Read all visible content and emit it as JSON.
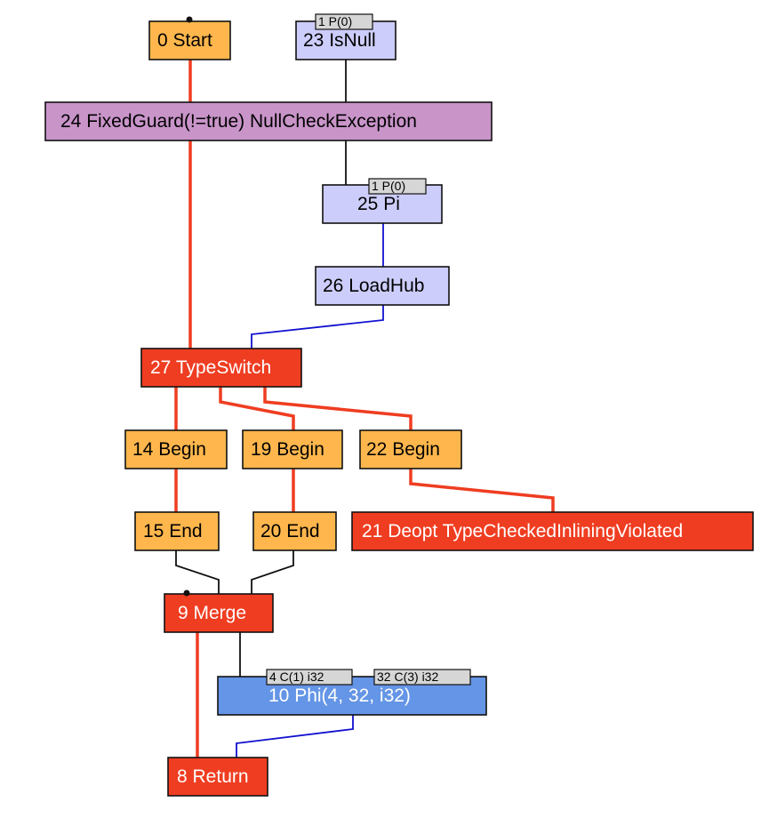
{
  "colors": {
    "control_node": "#ffb74d",
    "data_node": "#cdcdfb",
    "guard_node": "#c995c9",
    "red_node": "#ef3d21",
    "phi_node": "#6495e6",
    "control_edge": "#ef3d21",
    "data_edge": "#1010d0",
    "plain_edge": "#111111",
    "badge_fill": "#d6d6d6"
  },
  "nodes": [
    {
      "id": "n0",
      "label": "0 Start",
      "kind": "control_node"
    },
    {
      "id": "n23",
      "label": "23 IsNull",
      "kind": "data_node"
    },
    {
      "id": "n24",
      "label": "24 FixedGuard(!=true) NullCheckException",
      "kind": "guard_node"
    },
    {
      "id": "n25",
      "label": "25 Pi",
      "kind": "data_node"
    },
    {
      "id": "n26",
      "label": "26 LoadHub",
      "kind": "data_node"
    },
    {
      "id": "n27",
      "label": "27 TypeSwitch",
      "kind": "red_node"
    },
    {
      "id": "n14",
      "label": "14 Begin",
      "kind": "control_node"
    },
    {
      "id": "n19",
      "label": "19 Begin",
      "kind": "control_node"
    },
    {
      "id": "n22",
      "label": "22 Begin",
      "kind": "control_node"
    },
    {
      "id": "n15",
      "label": "15 End",
      "kind": "control_node"
    },
    {
      "id": "n20",
      "label": "20 End",
      "kind": "control_node"
    },
    {
      "id": "n21",
      "label": "21 Deopt TypeCheckedInliningViolated",
      "kind": "red_node"
    },
    {
      "id": "n9",
      "label": "9 Merge",
      "kind": "red_node"
    },
    {
      "id": "n10",
      "label": "10 Phi(4, 32, i32)",
      "kind": "phi_node"
    },
    {
      "id": "n8",
      "label": "8 Return",
      "kind": "red_node"
    }
  ],
  "badges": [
    {
      "id": "b23",
      "label": "1 P(0)"
    },
    {
      "id": "b25",
      "label": "1 P(0)"
    },
    {
      "id": "b10a",
      "label": "4 C(1) i32"
    },
    {
      "id": "b10b",
      "label": "32 C(3) i32"
    }
  ],
  "edges": [
    {
      "id": "e0-24",
      "from": "0 Start",
      "to": "24 FixedGuard(!=true) NullCheckException",
      "kind": "control_edge"
    },
    {
      "id": "e23-24",
      "from": "23 IsNull",
      "to": "24 FixedGuard(!=true) NullCheckException",
      "kind": "plain_edge"
    },
    {
      "id": "e24-25",
      "from": "24 FixedGuard(!=true) NullCheckException",
      "to": "25 Pi",
      "kind": "plain_edge"
    },
    {
      "id": "e24-27",
      "from": "24 FixedGuard(!=true) NullCheckException",
      "to": "27 TypeSwitch",
      "kind": "control_edge"
    },
    {
      "id": "e25-26",
      "from": "25 Pi",
      "to": "26 LoadHub",
      "kind": "data_edge"
    },
    {
      "id": "e26-27",
      "from": "26 LoadHub",
      "to": "27 TypeSwitch",
      "kind": "data_edge"
    },
    {
      "id": "e27-14",
      "from": "27 TypeSwitch",
      "to": "14 Begin",
      "kind": "control_edge"
    },
    {
      "id": "e27-19",
      "from": "27 TypeSwitch",
      "to": "19 Begin",
      "kind": "control_edge"
    },
    {
      "id": "e27-22",
      "from": "27 TypeSwitch",
      "to": "22 Begin",
      "kind": "control_edge"
    },
    {
      "id": "e14-15",
      "from": "14 Begin",
      "to": "15 End",
      "kind": "control_edge"
    },
    {
      "id": "e19-20",
      "from": "19 Begin",
      "to": "20 End",
      "kind": "control_edge"
    },
    {
      "id": "e22-21",
      "from": "22 Begin",
      "to": "21 Deopt TypeCheckedInliningViolated",
      "kind": "control_edge"
    },
    {
      "id": "e15-9",
      "from": "15 End",
      "to": "9 Merge",
      "kind": "plain_edge"
    },
    {
      "id": "e20-9",
      "from": "20 End",
      "to": "9 Merge",
      "kind": "plain_edge"
    },
    {
      "id": "e9-10",
      "from": "9 Merge",
      "to": "10 Phi(4, 32, i32)",
      "kind": "plain_edge"
    },
    {
      "id": "e9-8",
      "from": "9 Merge",
      "to": "8 Return",
      "kind": "control_edge"
    },
    {
      "id": "e10-8",
      "from": "10 Phi(4, 32, i32)",
      "to": "8 Return",
      "kind": "data_edge"
    }
  ]
}
